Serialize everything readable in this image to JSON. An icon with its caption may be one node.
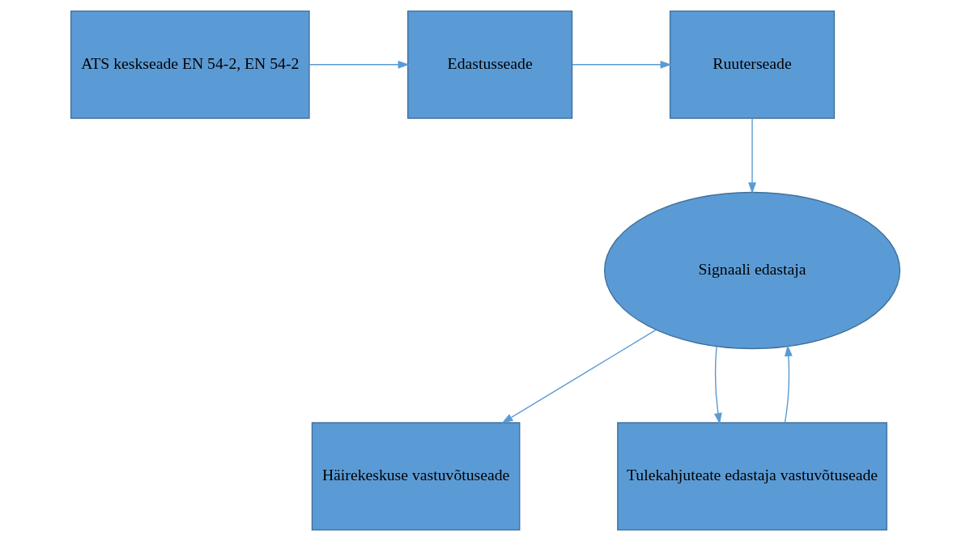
{
  "diagram": {
    "nodes": [
      {
        "text": [
          "ATS keskseade EN 54-2, EN 54-2"
        ]
      },
      {
        "text": [
          "Edastusseade"
        ]
      },
      {
        "text": [
          "Ruuterseade"
        ]
      },
      {
        "text": [
          "Signaali edastaja"
        ]
      },
      {
        "text": [
          "Häirekeskuse vastuvõtuseade"
        ]
      },
      {
        "text": [
          "Tulekahjuteate edastaja vastuvõtuseade"
        ]
      }
    ],
    "edges": [
      {
        "from": 0,
        "to": 1,
        "arrow": "to"
      },
      {
        "from": 1,
        "to": 2,
        "arrow": "to"
      },
      {
        "from": 2,
        "to": 3,
        "arrow": "to"
      },
      {
        "from": 3,
        "to": 4,
        "arrow": "to"
      },
      {
        "from": 3,
        "to": 5,
        "arrow": "to"
      },
      {
        "from": 5,
        "to": 3,
        "arrow": "to"
      }
    ]
  }
}
